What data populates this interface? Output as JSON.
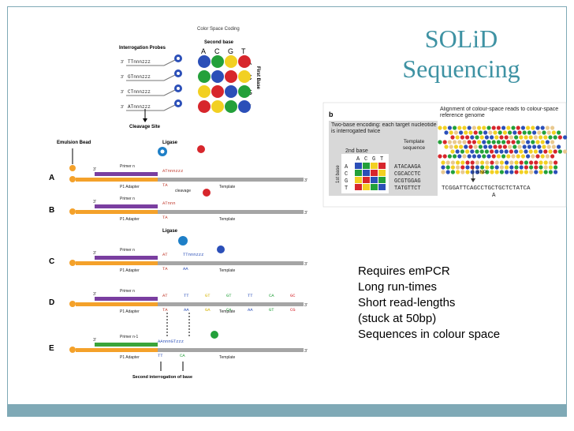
{
  "slide": {
    "title_line1": "SOLiD",
    "title_line2": "Sequencing",
    "bullets": [
      "Requires emPCR",
      "Long run-times",
      "Short read-lengths",
      "(stuck at 50bp)",
      "Sequences in colour space"
    ]
  },
  "left_diagram": {
    "color_space_coding": "Color Space Coding",
    "second_base": "Second base",
    "first_base": "First Base",
    "interrogation_probes": "Interrogation Probes",
    "cleavage_site": "Cleavage Site",
    "emulsion_bead": "Emulsion Bead",
    "ligase": "Ligase",
    "cleavage": "cleavage",
    "primer_n": "Primer n",
    "primer_n1": "Primer n-1",
    "p1_adapter": "P1 Adapter",
    "template": "Template",
    "second_interrogation": "Second interrogation of base",
    "step_labels": [
      "A",
      "B",
      "C",
      "D",
      "E"
    ],
    "bases": [
      "A",
      "C",
      "G",
      "T"
    ],
    "probe_seqs": [
      "TTnnnzzz",
      "GTnnnzzz",
      "CTnnnzzz",
      "ATnnnzzz"
    ],
    "matrix_colors": [
      [
        "#2b4fb8",
        "#23a03a",
        "#f2d022",
        "#d7262c"
      ],
      [
        "#23a03a",
        "#2b4fb8",
        "#d7262c",
        "#f2d022"
      ],
      [
        "#f2d022",
        "#d7262c",
        "#2b4fb8",
        "#23a03a"
      ],
      [
        "#d7262c",
        "#f2d022",
        "#23a03a",
        "#2b4fb8"
      ]
    ],
    "row_a_seq": "ATnnnzzz",
    "row_a_template": "TA",
    "row_b_seq": "ATnnn",
    "row_c_seq1": "AT",
    "row_c_seq2": "TTnnnzzz",
    "row_c_tmpl1": "TA",
    "row_c_tmpl2": "AA",
    "row_d_seq": [
      "AT",
      "TT",
      "GT",
      "GT",
      "TT",
      "CA",
      "GC"
    ],
    "row_d_tmpl": [
      "TA",
      "AA",
      "GA",
      "CA",
      "AA",
      "GT",
      "CG"
    ],
    "row_e_seq": "AAnnnGTzzz",
    "row_e_tmpl": [
      "TT",
      "CA"
    ]
  },
  "right_figure": {
    "panel_letter": "b",
    "encoding_note": "Two-base encoding: each target nucleotide is interrogated twice",
    "template_sequence": "Template sequence",
    "second_base": "2nd base",
    "first_base": "1st base",
    "bases": [
      "A",
      "C",
      "G",
      "T"
    ],
    "template_rows": [
      "ATACAAGA",
      "CGCACCTC",
      "GCGTGGAG",
      "TATGTTCT"
    ],
    "alignment_title": "Alignment of colour-space reads to colour-space reference genome",
    "snp_label": "SNP",
    "reference_seq": "TCGGATTCAGCCTGCTGCTCTATCA",
    "snp_base": "A",
    "grid_colors": [
      [
        "#2b4fb8",
        "#23a03a",
        "#f2d022",
        "#d7262c"
      ],
      [
        "#23a03a",
        "#2b4fb8",
        "#d7262c",
        "#f2d022"
      ],
      [
        "#f2d022",
        "#d7262c",
        "#2b4fb8",
        "#23a03a"
      ],
      [
        "#d7262c",
        "#f2d022",
        "#23a03a",
        "#2b4fb8"
      ]
    ]
  }
}
